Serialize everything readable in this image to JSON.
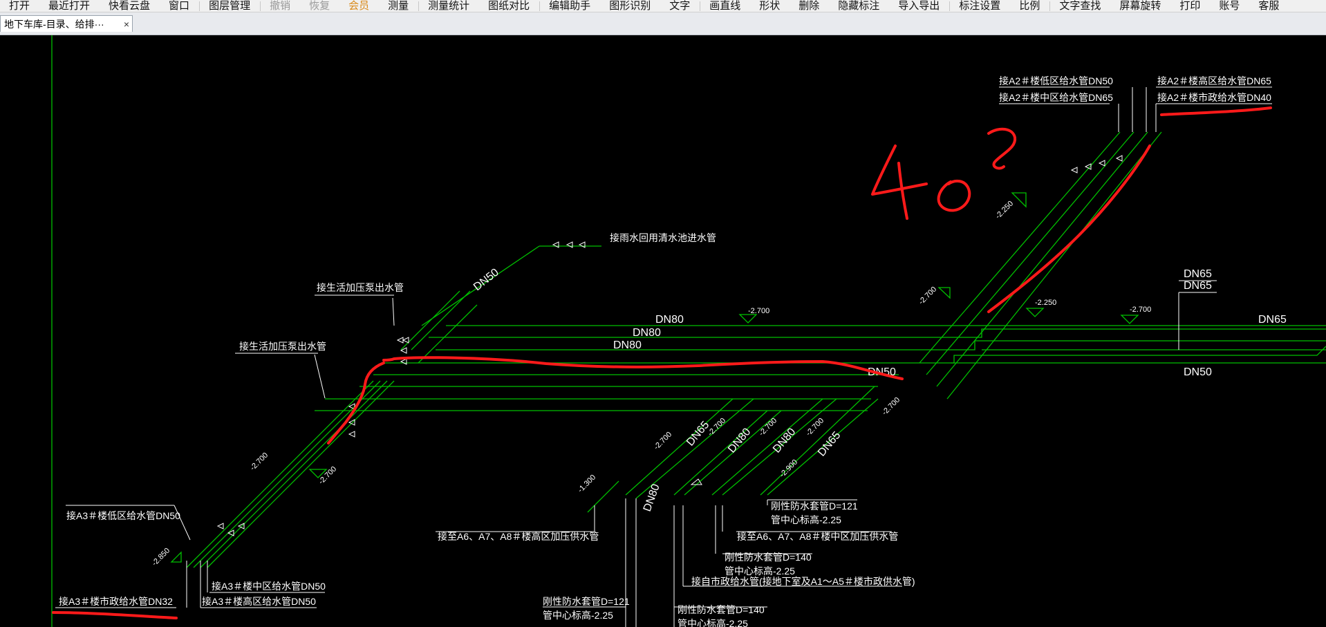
{
  "menubar": {
    "items": [
      "打开",
      "最近打开",
      "快看云盘",
      "窗口",
      "图层管理",
      "撤销",
      "恢复",
      "会员",
      "测量",
      "测量统计",
      "图纸对比",
      "编辑助手",
      "图形识别",
      "文字",
      "画直线",
      "形状",
      "删除",
      "隐藏标注",
      "导入导出",
      "标注设置",
      "比例",
      "文字查找",
      "屏幕旋转",
      "打印",
      "账号",
      "客服"
    ]
  },
  "tab": {
    "title": "地下车库-目录、给排···",
    "close": "×"
  },
  "drawing": {
    "labels": {
      "a2_low": "接A2＃楼低区给水管DN50",
      "a2_mid": "接A2＃楼中区给水管DN65",
      "a2_high": "接A2＃楼高区给水管DN65",
      "a2_city": "接A2＃楼市政给水管DN40",
      "rain": "接雨水回用清水池进水管",
      "pump1": "接生活加压泵出水管",
      "pump2": "接生活加压泵出水管",
      "a3_low": "接A3＃楼低区给水管DN50",
      "a3_city": "接A3＃楼市政给水管DN32",
      "a3_mid": "接A3＃楼中区给水管DN50",
      "a3_high": "接A3＃楼高区给水管DN50",
      "a678_high": "接至A6、A7、A8＃楼高区加压供水管",
      "a678_mid": "接至A6、A7、A8＃楼中区加压供水管",
      "sleeve121a": "刚性防水套管D=121",
      "center225a": "管中心标高-2.25",
      "sleeve140a": "刚性防水套管D=140",
      "center225b": "管中心标高-2.25",
      "city_supply": "接自市政给水管(接地下室及A1～A5＃楼市政供水管)",
      "sleeve121b": "刚性防水套管D=121",
      "center225c": "管中心标高-2.25",
      "sleeve140b": "刚性防水套管D=140",
      "center225d": "管中心标高-2.25"
    },
    "dn": {
      "dn50_diag": "DN50",
      "dn80_a": "DN80",
      "dn80_b": "DN80",
      "dn80_c": "DN80",
      "dn50_red": "DN50",
      "dn65_right": "DN65",
      "dn50_right": "DN50",
      "dn65_box1": "DN65",
      "dn65_box2": "DN65",
      "dn65_b1": "DN65",
      "dn80_b1": "DN80",
      "dn80_b2": "DN80",
      "dn65_b2": "DN65",
      "dn80_vert": "DN80"
    },
    "elev": {
      "e1": "-2.700",
      "e2": "-2.250",
      "e3": "-2.700",
      "e4": "-2.250",
      "e5": "-2.700",
      "e6": "-2.700",
      "e7": "-2.700",
      "e8": "-2.850",
      "e9": "-1.300",
      "e10": "-2.700",
      "e11": "-2.700",
      "e12": "-2.700",
      "e13": "-2.700",
      "e14": "-2.700",
      "e15": "-2.900"
    },
    "handwriting": "40?"
  },
  "colors": {
    "pipe": "#00c000",
    "annotation": "#ff1a1a",
    "background": "#000000"
  }
}
